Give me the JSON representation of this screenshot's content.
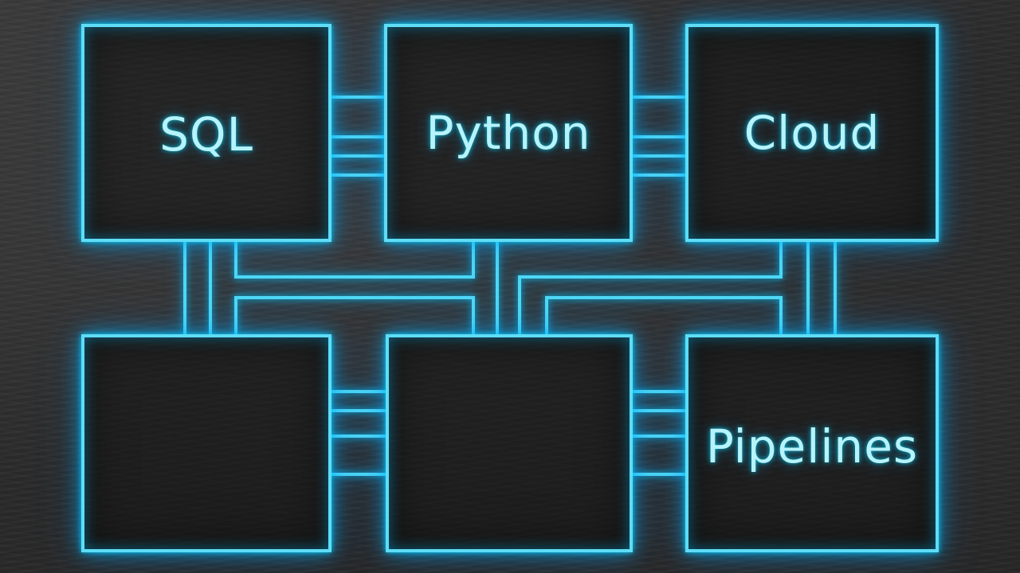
{
  "diagram": {
    "nodes": [
      {
        "id": "sql",
        "label": "SQL"
      },
      {
        "id": "python",
        "label": "Python"
      },
      {
        "id": "cloud",
        "label": "Cloud"
      },
      {
        "id": "bottom-left",
        "label": ""
      },
      {
        "id": "bottom-middle",
        "label": ""
      },
      {
        "id": "pipelines",
        "label": "Pipelines"
      }
    ]
  },
  "colors": {
    "wire": "#4fd8f5",
    "glow": "#00b4ff",
    "text": "#b6f3fb",
    "background": "#2b2b2b"
  }
}
